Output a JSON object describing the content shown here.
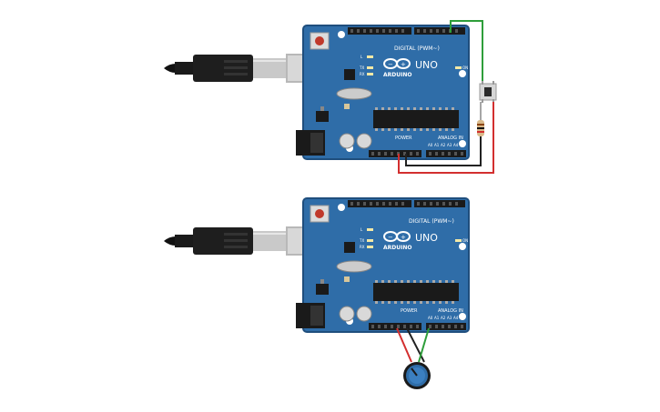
{
  "boards": [
    {
      "name": "UNO",
      "brand": "ARDUINO",
      "digital_label": "DIGITAL (PWM~)",
      "power_label": "POWER",
      "analog_label": "ANALOG IN",
      "led_labels": [
        "L",
        "TX",
        "RX"
      ],
      "on_label": "ON",
      "analog_pins": [
        "A0",
        "A1",
        "A2",
        "A3",
        "A4",
        "A5"
      ]
    },
    {
      "name": "UNO",
      "brand": "ARDUINO",
      "digital_label": "DIGITAL (PWM~)",
      "power_label": "POWER",
      "analog_label": "ANALOG IN",
      "led_labels": [
        "L",
        "TX",
        "RX"
      ],
      "on_label": "ON",
      "analog_pins": [
        "A0",
        "A1",
        "A2",
        "A3",
        "A4",
        "A5"
      ]
    }
  ],
  "colors": {
    "board": "#2f6da8",
    "board_edge": "#1f4e7d",
    "wire_red": "#d32f2f",
    "wire_black": "#222222",
    "wire_green": "#2e9e3a",
    "pot_knob": "#2f6da8"
  }
}
